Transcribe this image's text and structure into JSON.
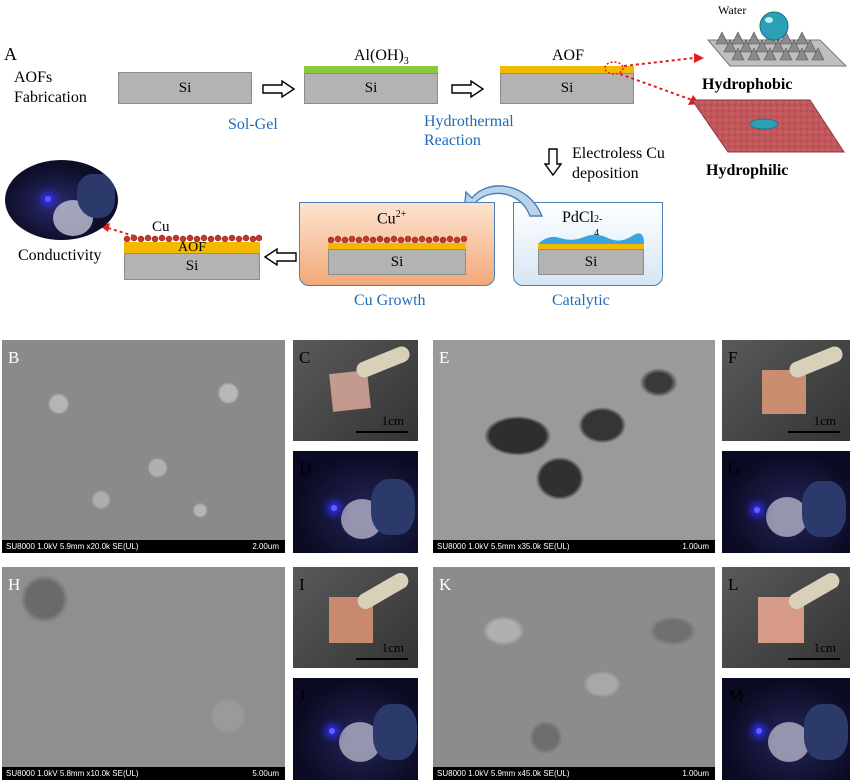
{
  "panel_labels": {
    "A": "A",
    "B": "B",
    "C": "C",
    "D": "D",
    "E": "E",
    "F": "F",
    "G": "G",
    "H": "H",
    "I": "I",
    "J": "J",
    "K": "K",
    "L": "L",
    "M": "M"
  },
  "schematic": {
    "title_line1": "AOFs",
    "title_line2": "Fabrication",
    "si": "Si",
    "aloh3": "Al(OH)",
    "aloh3_sub": "3",
    "aof": "AOF",
    "cu": "Cu",
    "sol_gel": "Sol-Gel",
    "hydrothermal_line1": "Hydrothermal",
    "hydrothermal_line2": "Reaction",
    "water": "Water",
    "hydrophobic": "Hydrophobic",
    "hydrophilic": "Hydrophilic",
    "electroless_line1": "Electroless Cu",
    "electroless_line2": "deposition",
    "cu2_base": "Cu",
    "cu2_sup": "2+",
    "pdcl_base": "PdCl",
    "pdcl_sub": "4",
    "pdcl_sup": "2-",
    "cu_growth": "Cu Growth",
    "catalytic": "Catalytic",
    "conductivity": "Conductivity"
  },
  "sem_images": {
    "B": {
      "info": "SU8000 1.0kV 5.9mm x20.0k SE(UL)",
      "scale": "2.00um"
    },
    "E": {
      "info": "SU8000 1.0kV 5.5mm x35.0k SE(UL)",
      "scale": "1.00um"
    },
    "H": {
      "info": "SU8000 1.0kV 5.8mm x10.0k SE(UL)",
      "scale": "5.00um"
    },
    "K": {
      "info": "SU8000 1.0kV 5.9mm x45.0k SE(UL)",
      "scale": "1.00um"
    }
  },
  "photo_scale": "1cm",
  "colors": {
    "si": "#b3b3b3",
    "aloh3_layer": "#8dc63f",
    "aof_layer": "#f5b800",
    "cu_layer": "#c0392b",
    "label_blue": "#1e6bb8",
    "arrow_red": "#e02020",
    "led_blue": "#1a1aff"
  }
}
